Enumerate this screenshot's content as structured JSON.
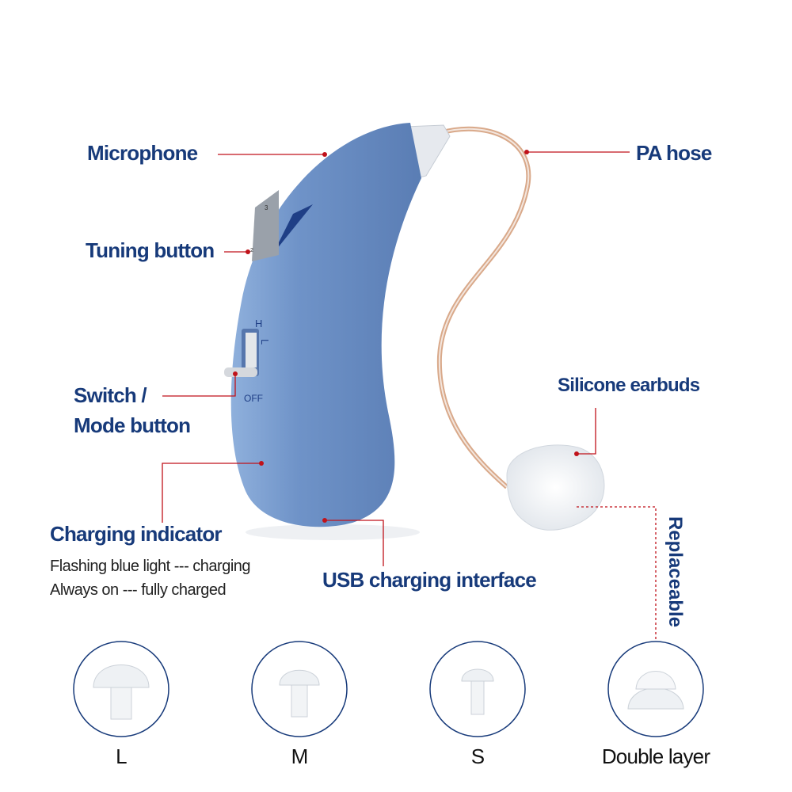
{
  "labels": {
    "microphone": "Microphone",
    "tuning_button": "Tuning button",
    "switch_line1": "Switch /",
    "switch_line2": "Mode button",
    "charging_indicator": "Charging indicator",
    "charging_note1": "Flashing blue light --- charging",
    "charging_note2": "Always on --- fully charged",
    "usb": "USB charging interface",
    "pa_hose": "PA hose",
    "silicone_earbuds": "Silicone earbuds",
    "replaceable": "Replaceable"
  },
  "device_markings": {
    "h": "H",
    "l": "L",
    "off": "OFF",
    "dial_top": "3",
    "dial_bottom": "2"
  },
  "sizes": [
    {
      "label": "L"
    },
    {
      "label": "M"
    },
    {
      "label": "S"
    },
    {
      "label": "Double layer"
    }
  ],
  "colors": {
    "label": "#173a7a",
    "leader": "#c0121a",
    "device": "#6e90c4"
  }
}
